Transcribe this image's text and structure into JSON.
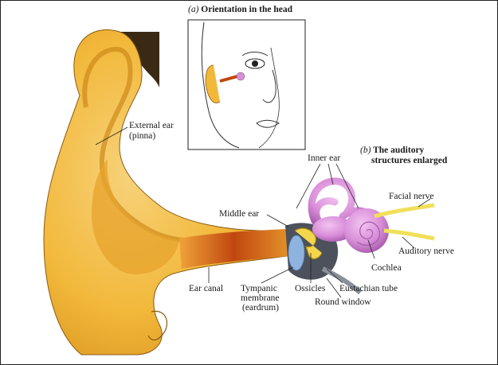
{
  "panel_a": {
    "letter": "(a)",
    "title": "Orientation in the head"
  },
  "panel_b": {
    "letter": "(b)",
    "title_line1": "The auditory",
    "title_line2": "structures enlarged"
  },
  "labels": {
    "external_ear_1": "External ear",
    "external_ear_2": "(pinna)",
    "inner_ear": "Inner ear",
    "facial_nerve": "Facial nerve",
    "middle_ear": "Middle ear",
    "auditory_nerve": "Auditory nerve",
    "cochlea": "Cochlea",
    "ear_canal": "Ear canal",
    "tympanic_1": "Tympanic",
    "tympanic_2": "membrane",
    "tympanic_3": "(eardrum)",
    "ossicles": "Ossicles",
    "eustachian_tube": "Eustachian tube",
    "round_window": "Round window"
  },
  "colors": {
    "ear_skin": "#f2b83a",
    "ear_shadow": "#c98617",
    "canal": "#c0470f",
    "cochlea": "#d98ed9",
    "nerve": "#f0e05a",
    "middle_ear_gray": "#555a66",
    "eardrum_blue": "#8fb3df"
  }
}
